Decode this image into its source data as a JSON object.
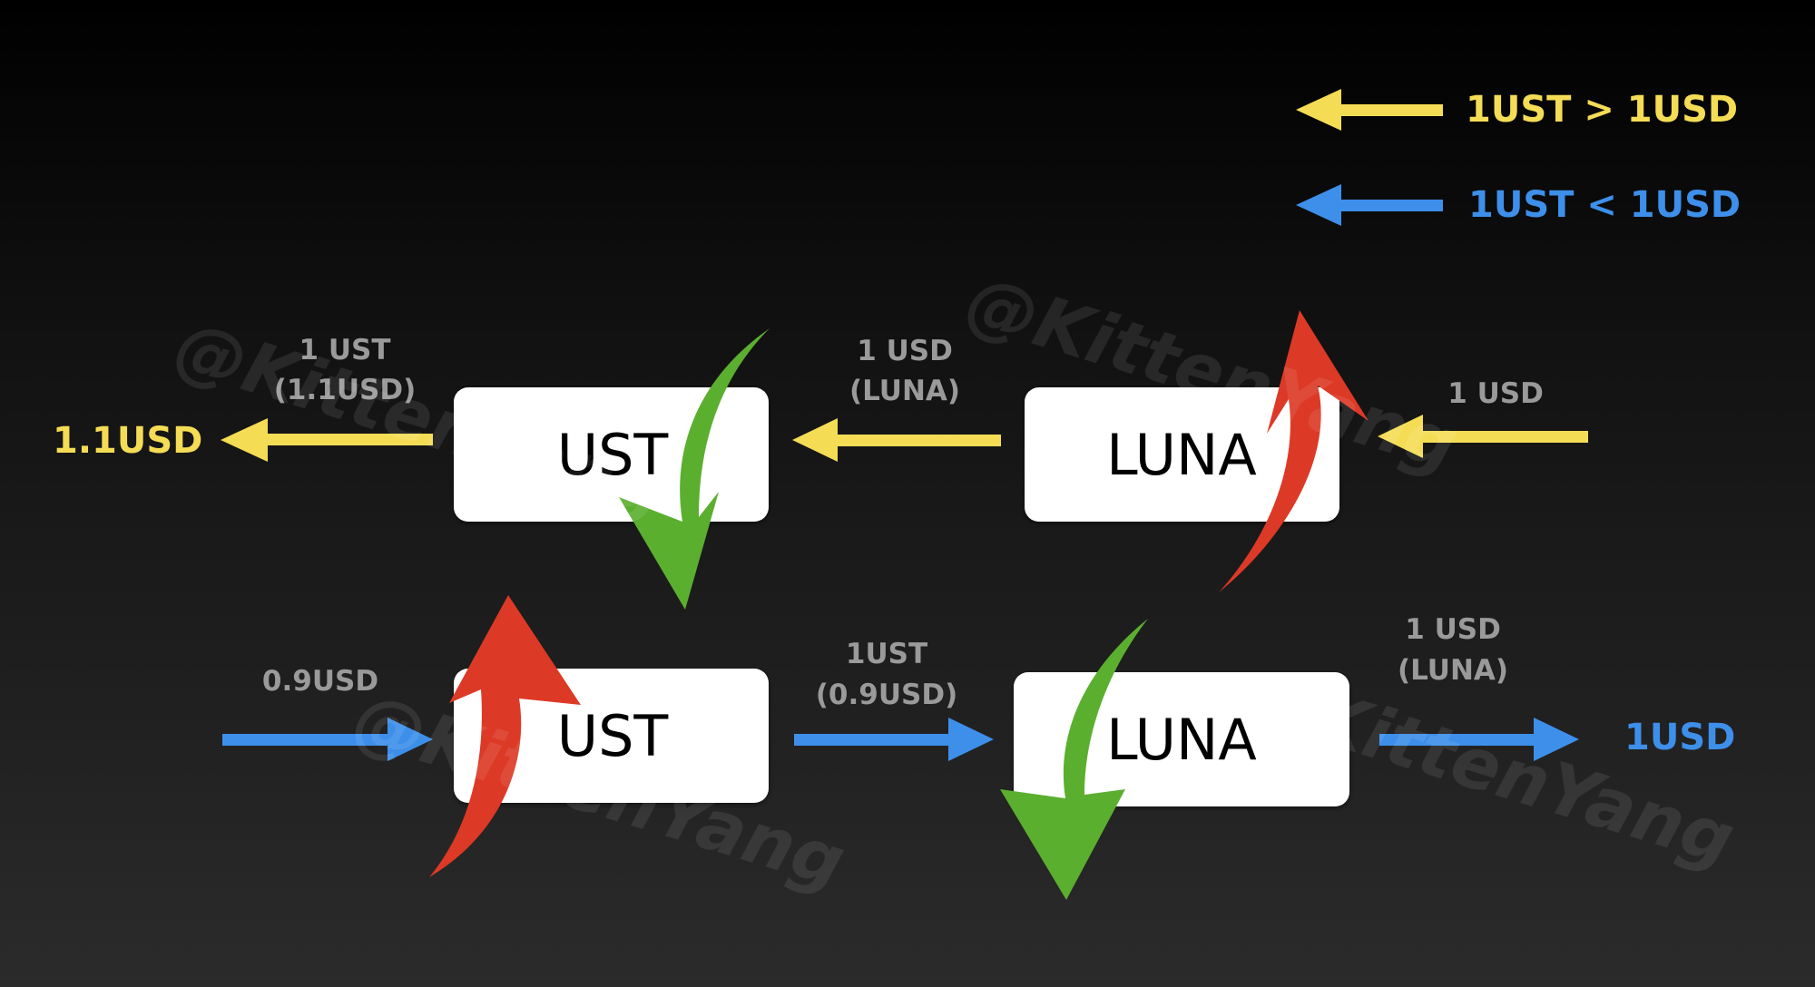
{
  "colors": {
    "yellow": "#F5DC55",
    "blue": "#3D8FEA",
    "red": "#DC3A26",
    "green": "#5BAF2F",
    "grey_label": "#9A9A9A",
    "node_fill": "#FFFFFF",
    "node_text": "#000000",
    "watermark": "#FFFFFF"
  },
  "legend": {
    "above": "1UST > 1USD",
    "below": "1UST < 1USD"
  },
  "nodes": {
    "ust_top": "UST",
    "luna_top": "LUNA",
    "ust_bottom": "UST",
    "luna_bottom": "LUNA"
  },
  "labels": {
    "top_left_line1": "1 UST",
    "top_left_line2": "(1.1USD)",
    "top_left_output": "1.1USD",
    "top_mid_line1": "1 USD",
    "top_mid_line2": "(LUNA)",
    "top_right": "1 USD",
    "bottom_left": "0.9USD",
    "bottom_mid_line1": "1UST",
    "bottom_mid_line2": "(0.9USD)",
    "bottom_right_line1": "1 USD",
    "bottom_right_line2": "(LUNA)",
    "bottom_right_output": "1USD"
  },
  "watermarks": [
    "@KittenYang",
    "@KittenYang",
    "@KittenYang",
    "@KittenYang"
  ],
  "icons": [
    "yellow-left-arrow",
    "blue-right-arrow",
    "red-curved-up-arrow",
    "green-curved-down-arrow"
  ]
}
